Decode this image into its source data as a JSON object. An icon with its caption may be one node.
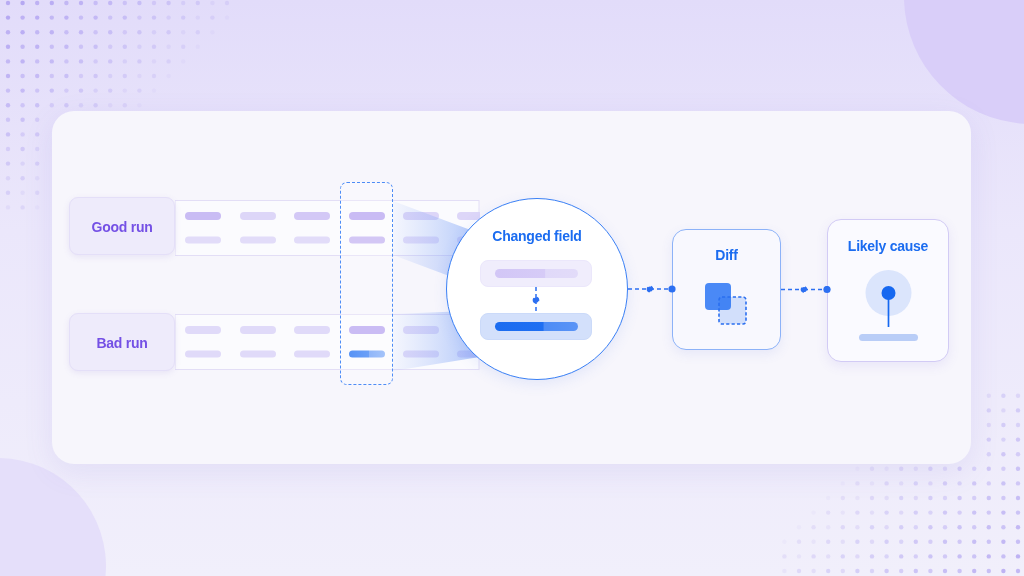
{
  "diagram": {
    "nodes": [
      {
        "text": [
          "Good run"
        ]
      },
      {
        "text": [
          "Bad run"
        ]
      },
      {
        "text": [
          "Changed field"
        ]
      },
      {
        "text": [
          "Diff"
        ]
      },
      {
        "text": [
          "Likely cause"
        ]
      },
      {
        "text": [],
        "shape": "box",
        "in": 2
      },
      {
        "text": [],
        "shape": "box",
        "in": 2
      }
    ],
    "edges": [
      {
        "from": 5,
        "to": 6,
        "arrow": "none",
        "style": "dashed"
      },
      {
        "from": 2,
        "to": 3,
        "arrow": "other",
        "style": "dashed"
      },
      {
        "from": 3,
        "to": 4,
        "arrow": "other",
        "style": "dashed"
      }
    ]
  }
}
